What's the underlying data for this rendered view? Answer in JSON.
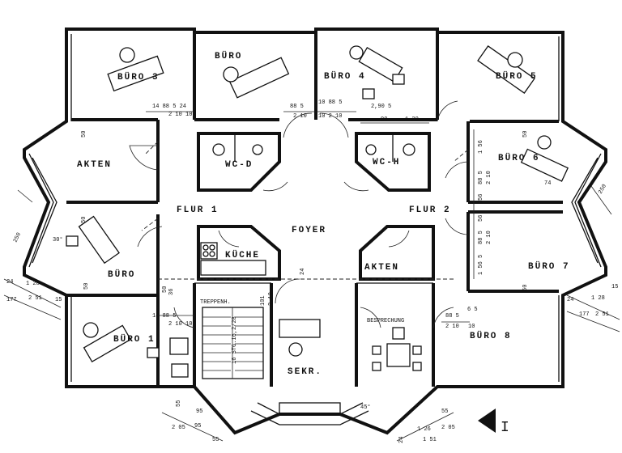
{
  "rooms": {
    "buero3": "BÜRO 3",
    "buero": "BÜRO",
    "buero4": "BÜRO 4",
    "buero5": "BÜRO 5",
    "buero6": "BÜRO 6",
    "buero7": "BÜRO 7",
    "buero8": "BÜRO 8",
    "buero1": "BÜRO 1",
    "buero_left": "BÜRO",
    "akten_left": "AKTEN",
    "akten_right": "AKTEN",
    "wc_d": "WC-D",
    "wc_h": "WC-H",
    "flur1": "FLUR 1",
    "flur2": "FLUR 2",
    "foyer": "FOYER",
    "kueche": "KÜCHE",
    "treppenhaus": "TREPPENH.",
    "stair_steps": "16 STG.16,2/28",
    "sekr": "SEKR.",
    "besprechung": "BESPRECHUNG"
  },
  "dimensions": {
    "d250_left": "250",
    "d250_right": "250",
    "d24_left": "24",
    "d128_left": "1 28",
    "d177_left": "177",
    "d251_left": "2 51",
    "d15_left": "15",
    "d24_right": "24",
    "d128_right": "1 28",
    "d177_right": "177",
    "d251_right": "2 51",
    "d15_right": "15",
    "d14_88_5_24": "14  88  5  24",
    "d210_10_top_left": "2 10   10",
    "d88_5_a": "88 5",
    "d210_a": "2 10",
    "d10_88_5": "10  88  5",
    "d10_210": "10  2 10",
    "d290_5": "2,90 5",
    "d90": "90",
    "d120": "1 20",
    "d50_a": "50",
    "d50_b": "50",
    "d50_c": "50",
    "d50_d": "50",
    "d50_e": "50",
    "d50_f": "50",
    "d74": "74",
    "d156_a": "1 56",
    "d88_5_b": "88 5",
    "d210_b": "2 10",
    "d56_a": "56",
    "d56_b": "56",
    "d88_5_c": "88 5",
    "d210_c": "2 10",
    "d156_b": "1 56 5",
    "d24_mid": "24",
    "d101": "101",
    "d210_d": "2 10",
    "d36": "36",
    "d14_88_5_b": "14  88  5",
    "d210_10_b": "2 10  10",
    "d88_5_d": "88 5",
    "d6_5": "6  5",
    "d210_e": "2 10",
    "d10_e": "10",
    "angle30": "30°",
    "angle45": "45°",
    "d55_a": "55",
    "d205_a": "2 05",
    "d95_a": "95",
    "d95_b": "95",
    "d55_b": "55",
    "d24_bottom": "24",
    "d126": "1 26",
    "d151": "1 51",
    "d55_c": "55",
    "d205_b": "2 05",
    "section_mark": "I"
  }
}
